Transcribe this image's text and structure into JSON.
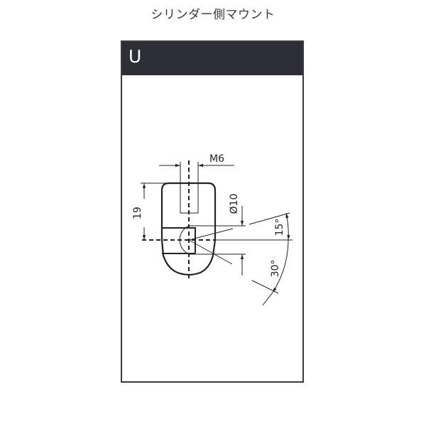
{
  "page": {
    "title": "シリンダー側マウント"
  },
  "card": {
    "header_letter": "U",
    "header_color": "#2e2f36",
    "border_color": "#3a3b42"
  },
  "drawing": {
    "dimensions": {
      "thread": "M6",
      "height": "19",
      "diameter": "Ø10",
      "angle_small": "15°",
      "angle_large": "30°"
    },
    "line_color": "#222222"
  }
}
